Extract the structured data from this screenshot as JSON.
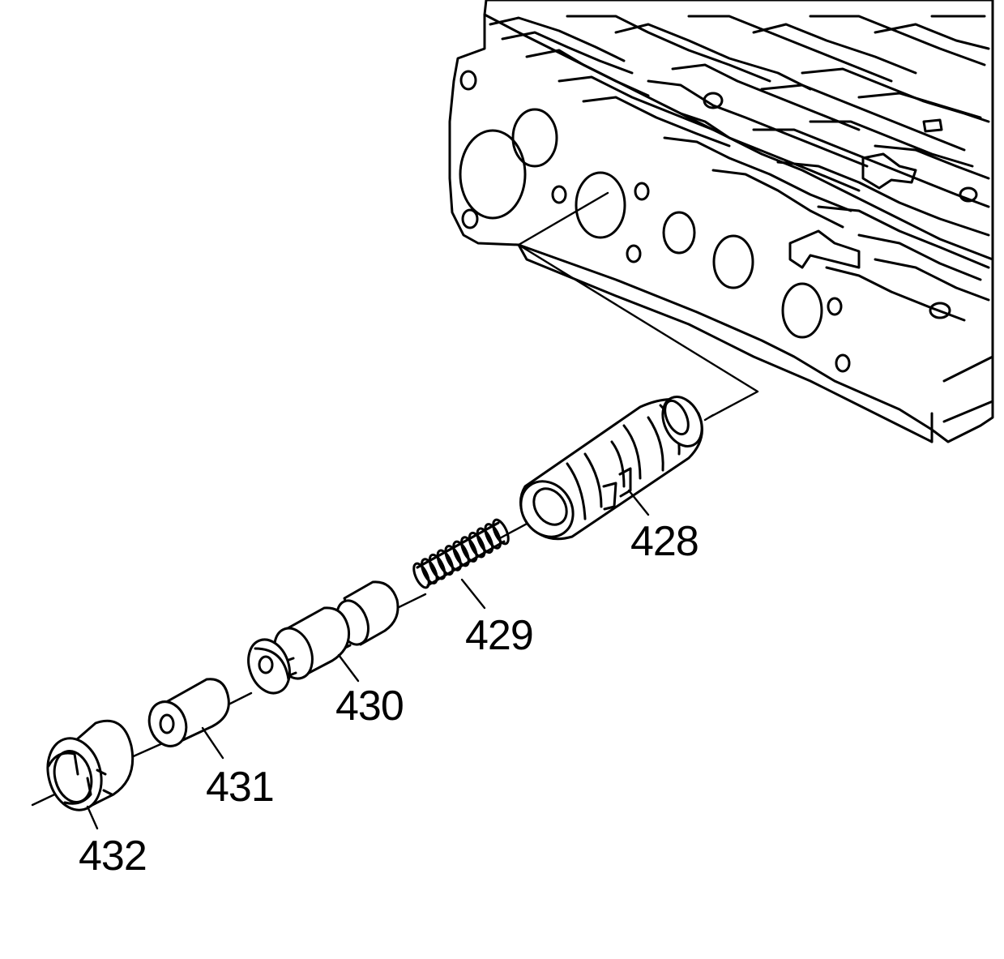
{
  "diagram": {
    "colors": {
      "line": "#000000",
      "background": "#ffffff"
    },
    "callouts": [
      {
        "id": "428",
        "label": "428"
      },
      {
        "id": "429",
        "label": "429"
      },
      {
        "id": "430",
        "label": "430"
      },
      {
        "id": "431",
        "label": "431"
      },
      {
        "id": "432",
        "label": "432"
      }
    ]
  }
}
